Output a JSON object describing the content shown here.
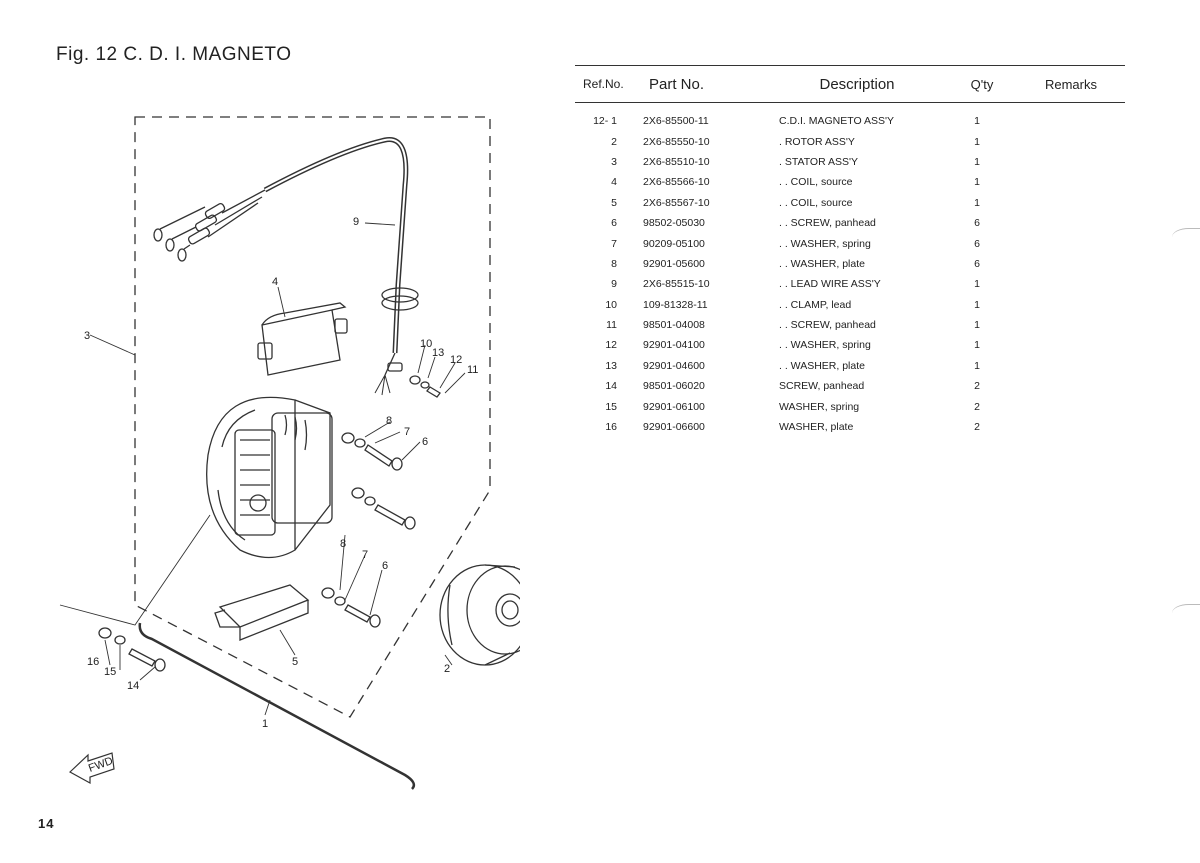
{
  "figure": {
    "title": "Fig. 12  C. D. I. MAGNETO"
  },
  "page": {
    "number": "14"
  },
  "diagram": {
    "callouts": [
      "1",
      "2",
      "3",
      "4",
      "5",
      "6",
      "7",
      "8",
      "9",
      "10",
      "11",
      "12",
      "13",
      "14",
      "15",
      "16",
      "6",
      "7",
      "8"
    ],
    "fwd_label": "FWD"
  },
  "table": {
    "headers": {
      "ref": "Ref.No.",
      "part": "Part No.",
      "desc": "Description",
      "qty": "Q'ty",
      "remarks": "Remarks"
    },
    "rows": [
      {
        "ref": "12- 1",
        "part": "2X6-85500-11",
        "desc": "C.D.I. MAGNETO ASS'Y",
        "qty": "1",
        "remarks": ""
      },
      {
        "ref": "2",
        "part": "2X6-85550-10",
        "desc": ". ROTOR ASS'Y",
        "qty": "1",
        "remarks": ""
      },
      {
        "ref": "3",
        "part": "2X6-85510-10",
        "desc": ". STATOR ASS'Y",
        "qty": "1",
        "remarks": ""
      },
      {
        "ref": "4",
        "part": "2X6-85566-10",
        "desc": ". . COIL, source",
        "qty": "1",
        "remarks": ""
      },
      {
        "ref": "5",
        "part": "2X6-85567-10",
        "desc": ". . COIL, source",
        "qty": "1",
        "remarks": ""
      },
      {
        "ref": "6",
        "part": "98502-05030",
        "desc": ". . SCREW, panhead",
        "qty": "6",
        "remarks": ""
      },
      {
        "ref": "7",
        "part": "90209-05100",
        "desc": ". . WASHER, spring",
        "qty": "6",
        "remarks": ""
      },
      {
        "ref": "8",
        "part": "92901-05600",
        "desc": ". . WASHER, plate",
        "qty": "6",
        "remarks": ""
      },
      {
        "ref": "9",
        "part": "2X6-85515-10",
        "desc": ". . LEAD WIRE ASS'Y",
        "qty": "1",
        "remarks": ""
      },
      {
        "ref": "10",
        "part": "109-81328-11",
        "desc": ". . CLAMP, lead",
        "qty": "1",
        "remarks": ""
      },
      {
        "ref": "11",
        "part": "98501-04008",
        "desc": ". . SCREW, panhead",
        "qty": "1",
        "remarks": ""
      },
      {
        "ref": "12",
        "part": "92901-04100",
        "desc": ". . WASHER, spring",
        "qty": "1",
        "remarks": ""
      },
      {
        "ref": "13",
        "part": "92901-04600",
        "desc": ". . WASHER, plate",
        "qty": "1",
        "remarks": ""
      },
      {
        "ref": "14",
        "part": "98501-06020",
        "desc": "SCREW, panhead",
        "qty": "2",
        "remarks": ""
      },
      {
        "ref": "15",
        "part": "92901-06100",
        "desc": "WASHER, spring",
        "qty": "2",
        "remarks": ""
      },
      {
        "ref": "16",
        "part": "92901-06600",
        "desc": "WASHER, plate",
        "qty": "2",
        "remarks": ""
      }
    ]
  }
}
